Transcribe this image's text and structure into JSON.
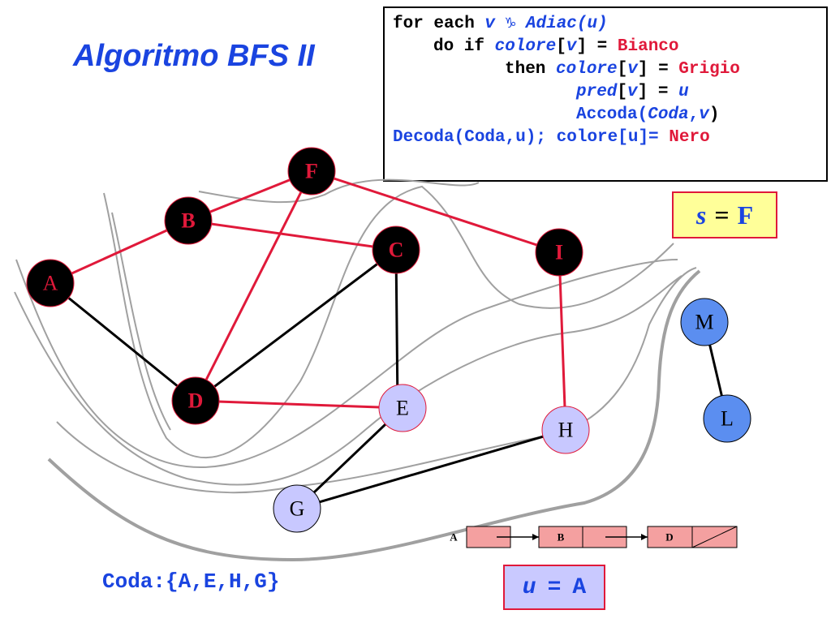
{
  "title": "Algoritmo BFS II",
  "code": {
    "line1": {
      "kw": "for each ",
      "v": "v",
      "sym": " ♑ ",
      "adj": "Adiac(u)"
    },
    "line2": {
      "kw": "do if ",
      "colore": "colore",
      "v_open": "[",
      "v": "v",
      "rest": "] = ",
      "val": "Bianco"
    },
    "line3": {
      "kw": "then ",
      "colore": "colore",
      "v_open": "[",
      "v": "v",
      "rest": "] = ",
      "val": "Grigio"
    },
    "line4": {
      "pred": "pred",
      "v_open": "[",
      "v": "v",
      "rest": "] = ",
      "u": "u"
    },
    "line5": {
      "accoda": "Accoda(",
      "coda": "Coda",
      "comma": ",",
      "v": "v",
      "close": ")"
    },
    "line6": {
      "decoda": "Decoda(Coda,u); colore[u]= ",
      "val": "Nero"
    }
  },
  "source": {
    "var": "s",
    "eq": "=",
    "value": "F"
  },
  "current": {
    "var": "u",
    "eq": "=",
    "value": "A"
  },
  "queue_text": "Coda:{A,E,H,G}",
  "colors": {
    "black_node": "#000000",
    "gray_node": "#c8c8ff",
    "white_node": "#5b8ef0",
    "red": "#e0193a",
    "blue_text": "#1a44e0",
    "list_cell": "#f4a0a0"
  },
  "nodes": [
    {
      "id": "F",
      "label": "F",
      "state": "black"
    },
    {
      "id": "B",
      "label": "B",
      "state": "black"
    },
    {
      "id": "A",
      "label": "A",
      "state": "black"
    },
    {
      "id": "C",
      "label": "C",
      "state": "black"
    },
    {
      "id": "I",
      "label": "I",
      "state": "black"
    },
    {
      "id": "D",
      "label": "D",
      "state": "black"
    },
    {
      "id": "E",
      "label": "E",
      "state": "gray"
    },
    {
      "id": "H",
      "label": "H",
      "state": "gray"
    },
    {
      "id": "G",
      "label": "G",
      "state": "gray"
    },
    {
      "id": "M",
      "label": "M",
      "state": "white"
    },
    {
      "id": "L",
      "label": "L",
      "state": "white"
    }
  ],
  "edges": [
    {
      "from": "A",
      "to": "B",
      "tree": true
    },
    {
      "from": "B",
      "to": "F",
      "tree": true
    },
    {
      "from": "B",
      "to": "C",
      "tree": true
    },
    {
      "from": "F",
      "to": "I",
      "tree": true
    },
    {
      "from": "F",
      "to": "D",
      "tree": true
    },
    {
      "from": "I",
      "to": "H",
      "tree": true
    },
    {
      "from": "D",
      "to": "E",
      "tree": true
    },
    {
      "from": "A",
      "to": "D",
      "tree": false
    },
    {
      "from": "C",
      "to": "D",
      "tree": false
    },
    {
      "from": "C",
      "to": "E",
      "tree": false
    },
    {
      "from": "E",
      "to": "G",
      "tree": false
    },
    {
      "from": "G",
      "to": "H",
      "tree": false
    },
    {
      "from": "M",
      "to": "L",
      "tree": false
    }
  ],
  "adjacency_list": {
    "head": "A",
    "cells": [
      "B",
      "D"
    ]
  }
}
